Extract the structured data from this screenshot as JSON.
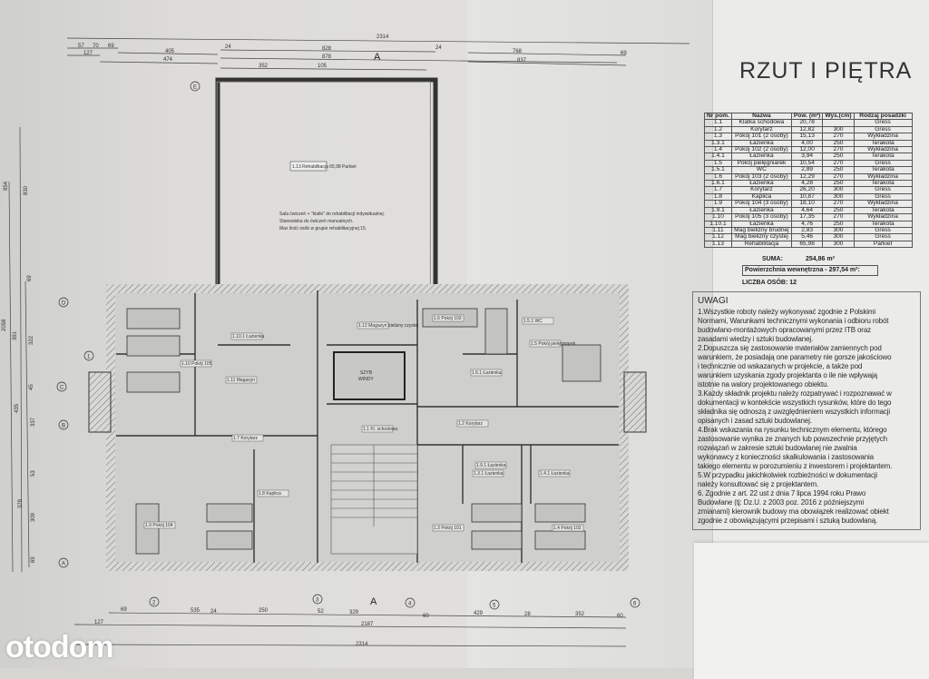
{
  "title": "RZUT I PIĘTRA",
  "table": {
    "headers": [
      "Nr pom.",
      "Nazwa",
      "Pow. (m²)",
      "Wys.(cm)",
      "Rodzaj posadzki"
    ],
    "rows": [
      [
        "1.1",
        "Klatka schodowa",
        "20,78",
        "",
        "Gress"
      ],
      [
        "1.2",
        "Korytarz",
        "12,82",
        "300",
        "Gress"
      ],
      [
        "1.3",
        "Pokój 101 (2 osoby)",
        "15,13",
        "270",
        "Wykładzina"
      ],
      [
        "1.3.1",
        "Łazienka",
        "4,00",
        "250",
        "Terakota"
      ],
      [
        "1.4",
        "Pokój 102 (2 osoby)",
        "12,00",
        "270",
        "Wykładzina"
      ],
      [
        "1.4.1",
        "Łazienka",
        "3,94",
        "250",
        "Terakota"
      ],
      [
        "1.5",
        "Pokój pielęgniarek",
        "10,54",
        "270",
        "Gress"
      ],
      [
        "1.5.1",
        "WC",
        "2,89",
        "250",
        "Terakota"
      ],
      [
        "1.6",
        "Pokój 103 (2 osoby)",
        "12,29",
        "270",
        "Wykładzina"
      ],
      [
        "1.6.1",
        "Łazienka",
        "4,28",
        "250",
        "Terakota"
      ],
      [
        "1.7",
        "Korytarz",
        "26,20",
        "300",
        "Gress"
      ],
      [
        "1.8",
        "Kaplica",
        "10,87",
        "300",
        "Gress"
      ],
      [
        "1.9",
        "Pokój 104 (3 osoby)",
        "18,10",
        "270",
        "Wykładzina"
      ],
      [
        "1.9.1",
        "Łazienka",
        "4,64",
        "250",
        "Terakota"
      ],
      [
        "1.10",
        "Pokój 105 (3 osoby)",
        "17,35",
        "270",
        "Wykładzina"
      ],
      [
        "1.10.1",
        "Łazienka",
        "4,76",
        "250",
        "Terakota"
      ],
      [
        "1.11",
        "Mag bielizny brudnej",
        "2,83",
        "300",
        "Gress"
      ],
      [
        "1.12",
        "Mag bielizny czystej",
        "5,46",
        "300",
        "Gress"
      ],
      [
        "1.13",
        "Rehabilitacja",
        "65,98",
        "300",
        "Parkiet"
      ]
    ],
    "sum_label": "SUMA:",
    "sum_value": "254,86 m²",
    "internal_area": "Powierzchnia wewnętrzna - 297,54 m²:",
    "persons": "LICZBA OSÓB: 12"
  },
  "notes": {
    "heading": "UWAGI",
    "lines": [
      "1.Wszystkie roboty należy wykonywać zgodnie z Polskimi",
      "Normami, Warunkami technicznymi wykonania i odbioru robót",
      "budowlano-montażowych opracowanymi przez ITB oraz",
      "zasadami wiedzy i sztuki budowlanej.",
      "2.Dopuszcza się zastosowanie materiałów zamiennych pod",
      "warunkiem, że posiadają one parametry nie gorsze jakościowo",
      "i technicznie od wskazanych w projekcie, a także pod",
      "warunkiem uzyskania zgody projektanta o ile nie wpływają",
      "istotnie na walory projektowanego obiektu.",
      "3.Każdy składnik projektu należy rozpatrywać i rozpoznawać w",
      "dokumentacji w kontekście wszystkich rysunków, które do tego",
      "składnika się odnoszą z uwzględnieniem wszystkich informacji",
      "opisanych i zasad sztuki budowlanej.",
      "4.Brak wskazania na rysunku technicznym elementu, którego",
      "zastosowanie wynika ze znanych lub powszechnie przyjętych",
      "rozwiązań w zakresie sztuki budowlanej nie zwalnia",
      "wykonawcy z konieczności skalkulowania i zastosowania",
      "takiego elementu w porozumieniu z inwestorem i projektantem.",
      "5.W przypadku jakichkolwiek rozbieżności w dokumentacji",
      "należy konsultować się z projektantem.",
      "6. Zgodnie z art. 22 ust z dnia 7 lipca 1994 roku Prawo",
      "Budowlane (tj: Dz.U. z 2003 poz. 2016 z późniejszymi",
      "zmianami) kierownik budowy ma obowiązek realizować obiekt",
      "zgodnie z obowiązującymi przepisami i sztuką budowlaną."
    ]
  },
  "plan": {
    "section_mark": "A",
    "rehab_note": [
      "Sala ćwiczeń + \"klatki\" do rehabilitacji indywidualnej.",
      "Stanowiska do ćwiczeń manualnych.",
      "Max ilość osób w grupie rehabilitacyjnej 15."
    ],
    "rehab_tag": "1.13 Rehabilitacja 65,98 Parkiet",
    "elevator": [
      "SZYB",
      "WINDY"
    ],
    "room_tags": [
      "1.10 Pokój 105",
      "1.10.1 Łazienka",
      "1.11 Magazyn",
      "1.12 Magazyn bielizny czystej",
      "1.7 Korytarz",
      "1.1 Kl. schodowa",
      "1.9.1 Łazienka",
      "1.9 Pokój 104",
      "1.8 Kaplica",
      "1.6 Pokój 103",
      "1.6.1 Łazienka",
      "1.5 Pokój pielęgniarek",
      "1.5.1 WC",
      "1.2 Korytarz",
      "1.3 Pokój 101",
      "1.3.1 Łazienka",
      "1.4 Pokój 102",
      "1.4.1 Łazienka"
    ],
    "dims_top": [
      "2314",
      "57",
      "70",
      "69",
      "127",
      "405",
      "474",
      "24",
      "828",
      "24",
      "878",
      "352",
      "105",
      "768",
      "69",
      "837"
    ],
    "dims_bottom": [
      "69",
      "535",
      "24",
      "250",
      "52",
      "329",
      "60",
      "429",
      "28",
      "352",
      "60",
      "127",
      "2187",
      "2314"
    ],
    "dims_left": [
      "854",
      "2058",
      "391",
      "435",
      "378",
      "830",
      "69",
      "322",
      "45",
      "337",
      "53",
      "309",
      "69"
    ],
    "axes": [
      "1",
      "2",
      "3",
      "4",
      "5",
      "6",
      "A",
      "B",
      "C",
      "D",
      "E"
    ]
  },
  "watermark": "otodom"
}
